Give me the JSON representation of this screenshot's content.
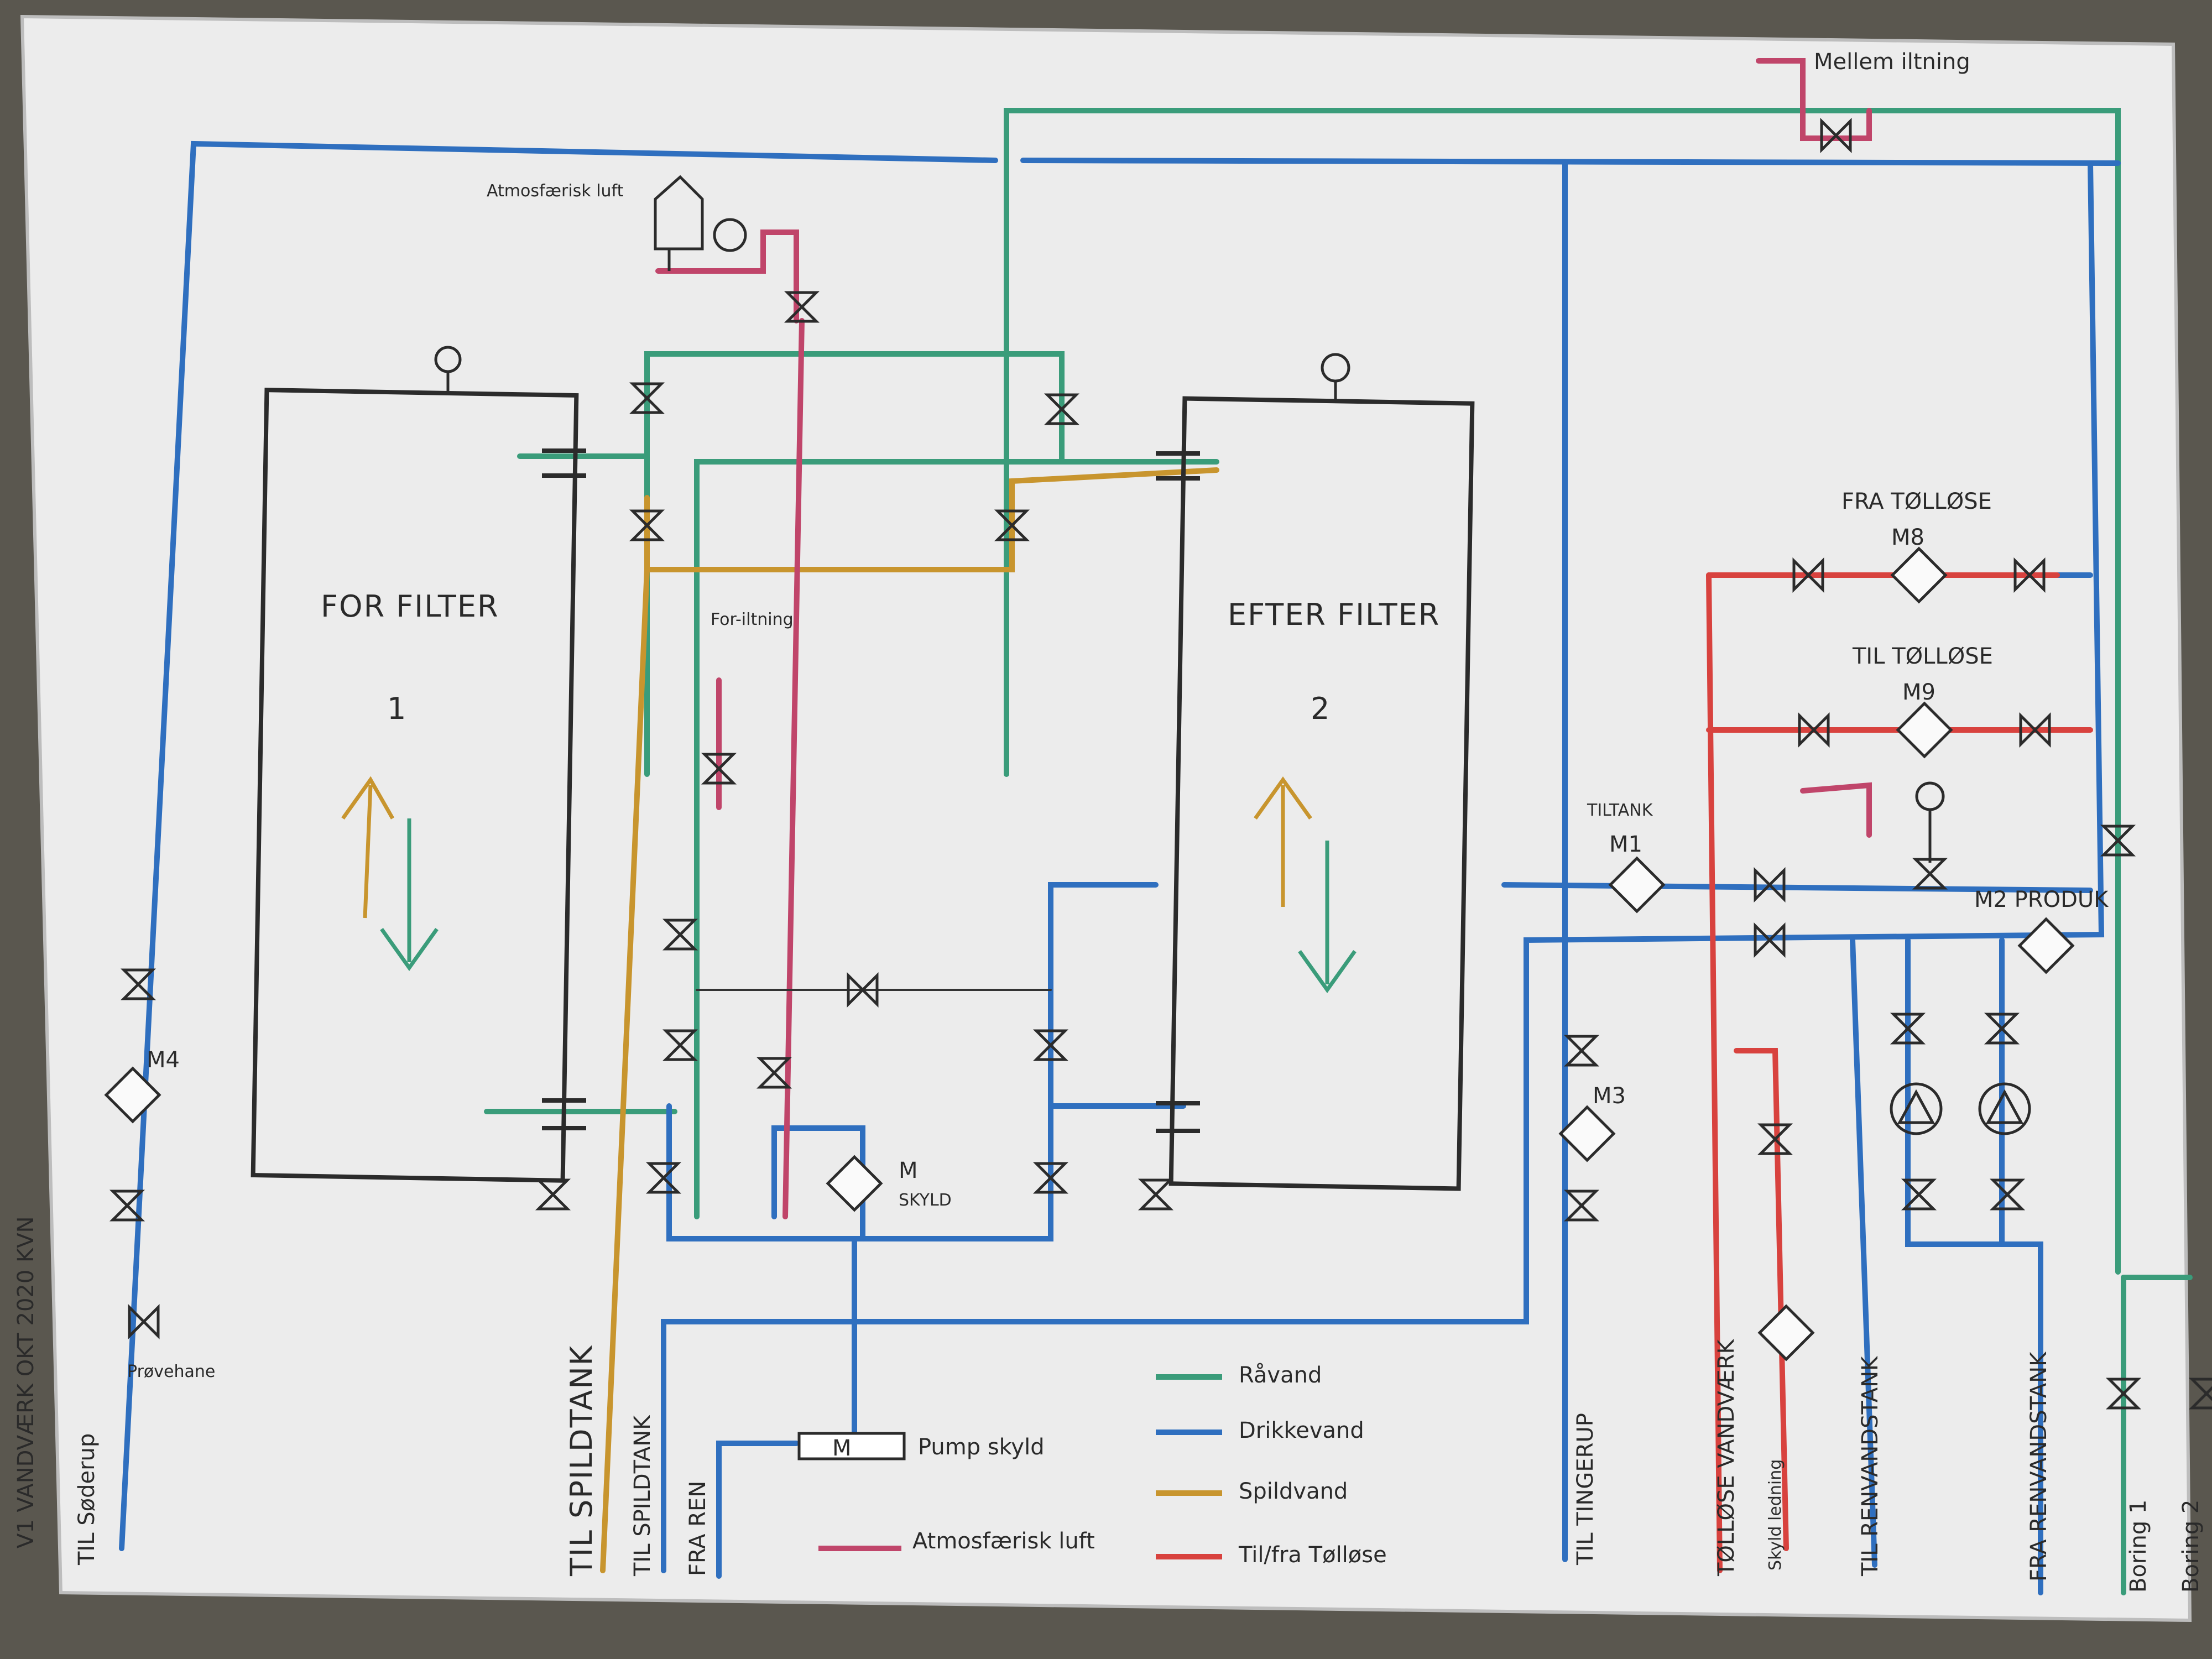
{
  "colors": {
    "raavand": "#3a9c7a",
    "drikkevand": "#2f6fbf",
    "spildvand": "#c8952e",
    "tollose": "#d8423e",
    "atmosfaerisk": "#c0456a",
    "frame": "#2b2b2b",
    "paper": "#ececec"
  },
  "labels": {
    "mellem_iltning": "Mellem iltning",
    "atmosfaerisk_luft_top": "Atmosfærisk luft",
    "for_filter": "FOR FILTER",
    "for_filter_no": "1",
    "efter_filter": "EFTER FILTER",
    "efter_filter_no": "2",
    "for_iltning": "For-iltning",
    "fra_tollose": "FRA TØLLØSE",
    "m8": "M8",
    "til_tollose": "TIL TØLLØSE",
    "m9": "M9",
    "tiltank": "TILTANK",
    "m1": "M1",
    "m2_produk": "M2 PRODUK",
    "m3": "M3",
    "m4": "M4",
    "m_skyld": "M",
    "skyld": "SKYLD",
    "pump_m": "M",
    "pump_skyld": "Pump skyld",
    "proevehane": "Prøvehane",
    "til_soederup": "TIL Søderup",
    "til_spildtank_1": "TIL SPILDTANK",
    "til_spildtank_2": "TIL SPILDTANK",
    "fra_ren": "FRA REN",
    "til_tingerup": "TIL TINGERUP",
    "tollose_vandvaerk": "TØLLØSE VANDVÆRK",
    "skyld_ledning": "Skyld ledning",
    "til_renvandstank": "TIL RENVANDSTANK",
    "fra_renvandstank": "FRA RENVANDSTANK",
    "boring_1": "Boring 1",
    "boring_2": "Boring 2",
    "side_note": "V1 VANDVÆRK OKT 2020 KVN"
  },
  "legend": [
    {
      "label": "Råvand",
      "color": "#3a9c7a"
    },
    {
      "label": "Drikkevand",
      "color": "#2f6fbf"
    },
    {
      "label": "Spildvand",
      "color": "#c8952e"
    },
    {
      "label": "Til/fra Tølløse",
      "color": "#d8423e"
    }
  ],
  "legend_atmos": {
    "label": "Atmosfærisk luft",
    "color": "#c0456a"
  },
  "icons": {
    "valve": "bow-tie-valve-icon",
    "meter": "diamond-meter-icon",
    "pump": "circle-pump-icon",
    "gauge": "pressure-gauge-icon"
  }
}
